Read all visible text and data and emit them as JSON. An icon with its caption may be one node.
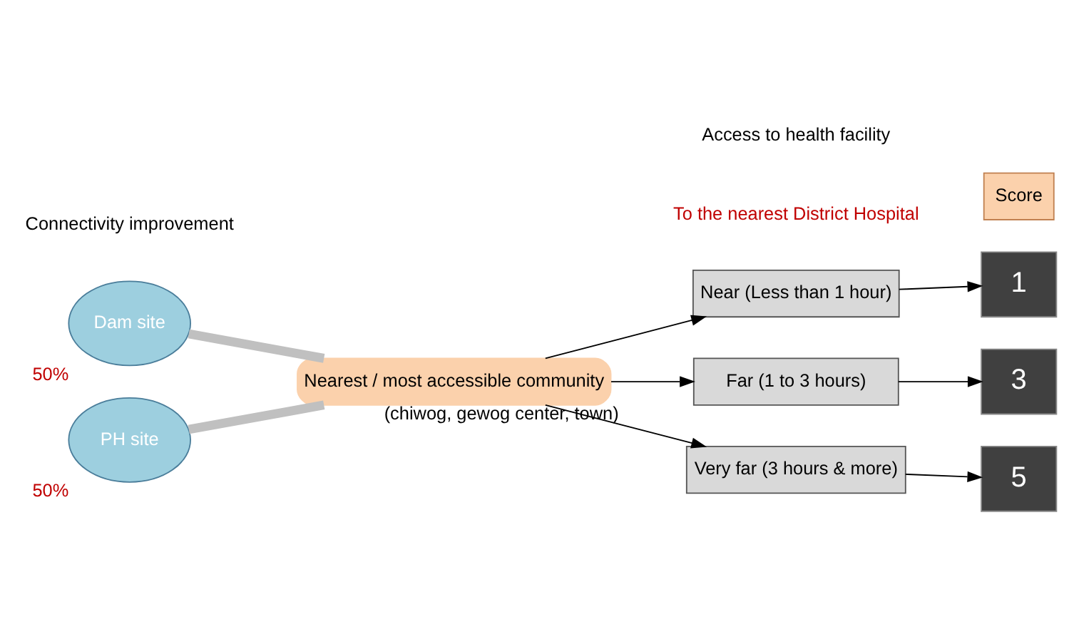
{
  "diagram": {
    "nodes": [
      {
        "text": [
          "Dam site"
        ],
        "beside": [
          "50%"
        ]
      },
      {
        "text": [
          "PH site"
        ],
        "beside": [
          "50%"
        ]
      },
      {
        "text": [
          "Nearest / most accessible community"
        ],
        "beside": [
          "(chiwog, gewog center, town)"
        ]
      },
      {
        "text": [
          "Near (Less than 1 hour)"
        ]
      },
      {
        "text": [
          "Far (1 to 3 hours)"
        ]
      },
      {
        "text": [
          "Very far (3 hours & more)"
        ]
      },
      {
        "text": [
          "1"
        ]
      },
      {
        "text": [
          "3"
        ]
      },
      {
        "text": [
          "5"
        ]
      },
      {
        "text": [
          "Score"
        ]
      }
    ],
    "edges": [
      {
        "from": 0,
        "to": 2,
        "arrow": "none",
        "style": "thick",
        "color": "#c0c0c0"
      },
      {
        "from": 1,
        "to": 2,
        "arrow": "none",
        "style": "thick",
        "color": "#c0c0c0"
      },
      {
        "from": 2,
        "to": 3,
        "arrow": "to"
      },
      {
        "from": 2,
        "to": 4,
        "arrow": "to"
      },
      {
        "from": 2,
        "to": 5,
        "arrow": "to"
      },
      {
        "from": 3,
        "to": 6,
        "arrow": "to"
      },
      {
        "from": 4,
        "to": 7,
        "arrow": "to"
      },
      {
        "from": 5,
        "to": 8,
        "arrow": "to"
      }
    ],
    "labels": [
      "To the nearest District Hospital",
      "Connectivity improvement",
      "Access to health facility"
    ]
  }
}
